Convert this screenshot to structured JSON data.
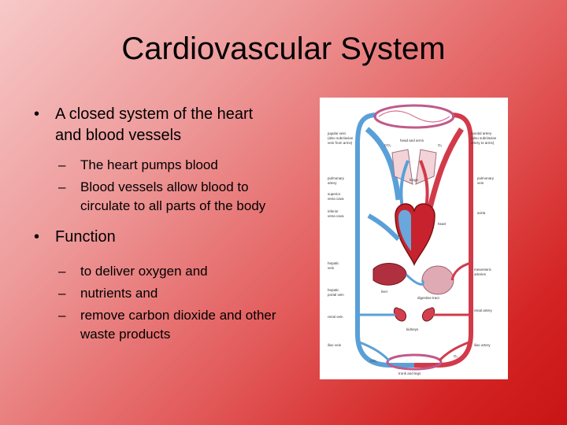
{
  "slide": {
    "title": "Cardiovascular System",
    "bullets": [
      {
        "text": "A closed system of the heart and blood vessels",
        "sub": [
          "The heart pumps blood",
          "Blood vessels allow blood to circulate to all parts of the body"
        ]
      },
      {
        "text": "Function",
        "sub": [
          "to deliver oxygen and",
          "nutrients and",
          "remove carbon dioxide and other waste products"
        ]
      }
    ],
    "bullet_glyph": "•",
    "dash_glyph": "–"
  },
  "diagram": {
    "labels": {
      "jugular": "jugular vein",
      "subclavian": "(also subclavian",
      "from_arms": "vein from arms)",
      "co2_top": "CO₂",
      "head_arms": "head and arms",
      "o2_top": "O₂",
      "carotid": "carotid artery",
      "also_sub": "(also subclavian",
      "to_arms": "artery to arms)",
      "pulm_artery_1": "pulmonary",
      "pulm_artery_2": "artery",
      "lungs": "lungs",
      "pulm_vein_1": "pulmonary",
      "pulm_vein_2": "vein",
      "svc_1": "superior",
      "svc_2": "vena cava",
      "ivc_1": "inferior",
      "ivc_2": "vena cava",
      "aorta": "aorta",
      "heart": "heart",
      "hepatic_1": "hepatic",
      "hepatic_2": "vein",
      "mesenteric_1": "mesenteric",
      "mesenteric_2": "arteries",
      "portal_1": "hepatic",
      "portal_2": "portal vein",
      "liver": "liver",
      "digestive": "digestive tract",
      "renal_vein": "renal vein",
      "renal_artery": "renal artery",
      "kidneys": "kidneys",
      "iliac_vein": "iliac vein",
      "iliac_artery": "iliac artery",
      "co2_bottom": "CO₂",
      "o2_bottom": "O₂",
      "trunk_legs": "trunk and legs"
    }
  }
}
